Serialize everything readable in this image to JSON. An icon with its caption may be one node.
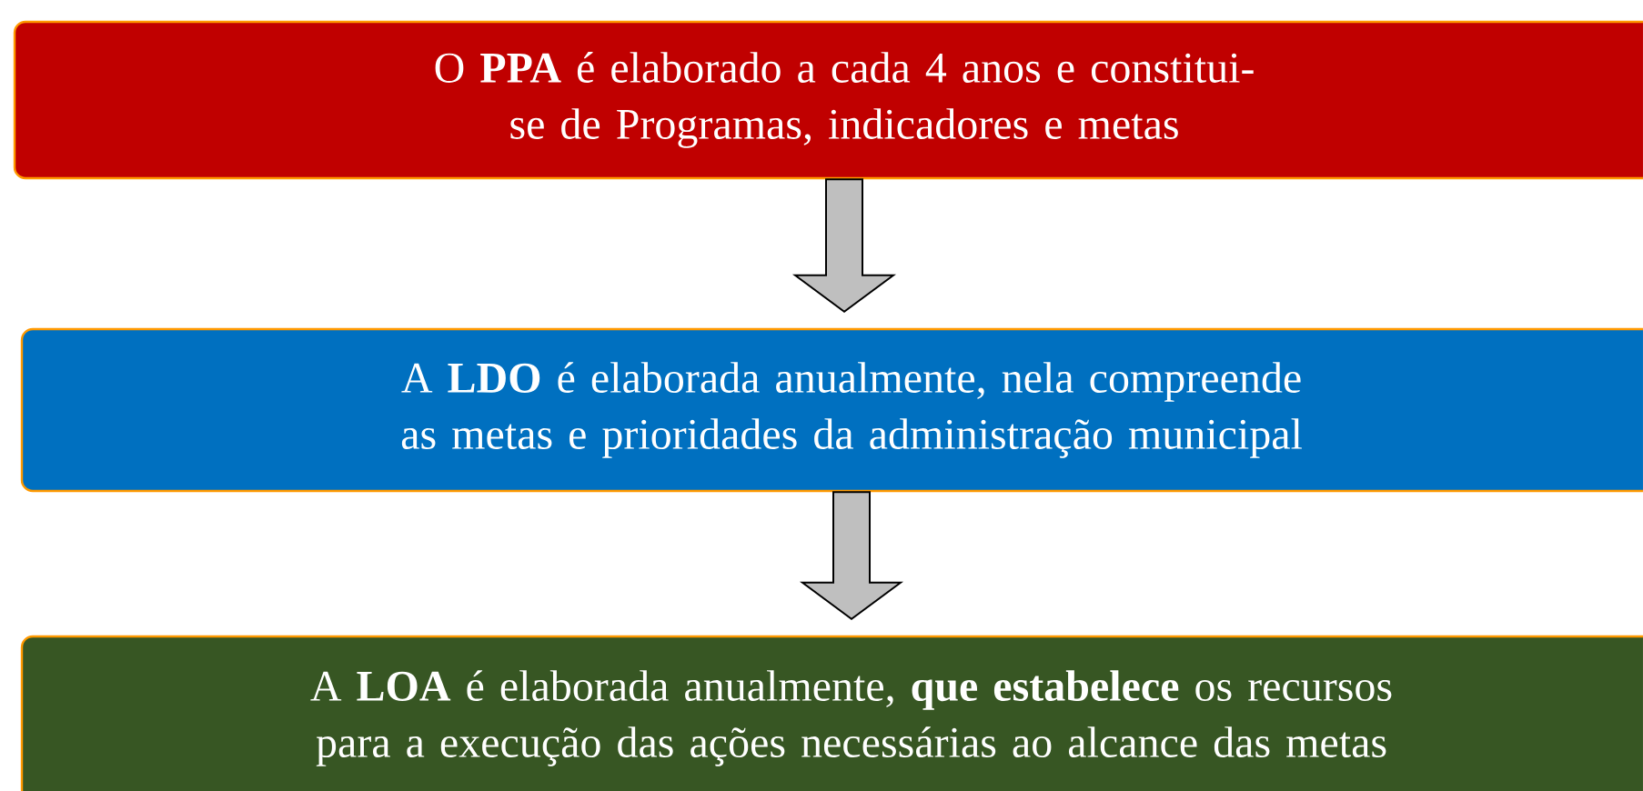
{
  "diagram": {
    "nodes": [
      {
        "text": [
          "O **PPA** é elaborado a cada 4 anos e constitui-se de Programas, indicadores e metas"
        ]
      },
      {
        "text": [
          "A **LDO** é elaborada anualmente, nela compreende as metas e prioridades da administração municipal"
        ]
      },
      {
        "text": [
          "A **LOA** é elaborada anualmente, **que estabelece** os recursos para a execução das ações necessárias ao alcance das metas"
        ]
      }
    ],
    "edges": [
      {
        "from": 0,
        "to": 1,
        "arrow": "to"
      },
      {
        "from": 1,
        "to": 2,
        "arrow": "to"
      }
    ]
  }
}
